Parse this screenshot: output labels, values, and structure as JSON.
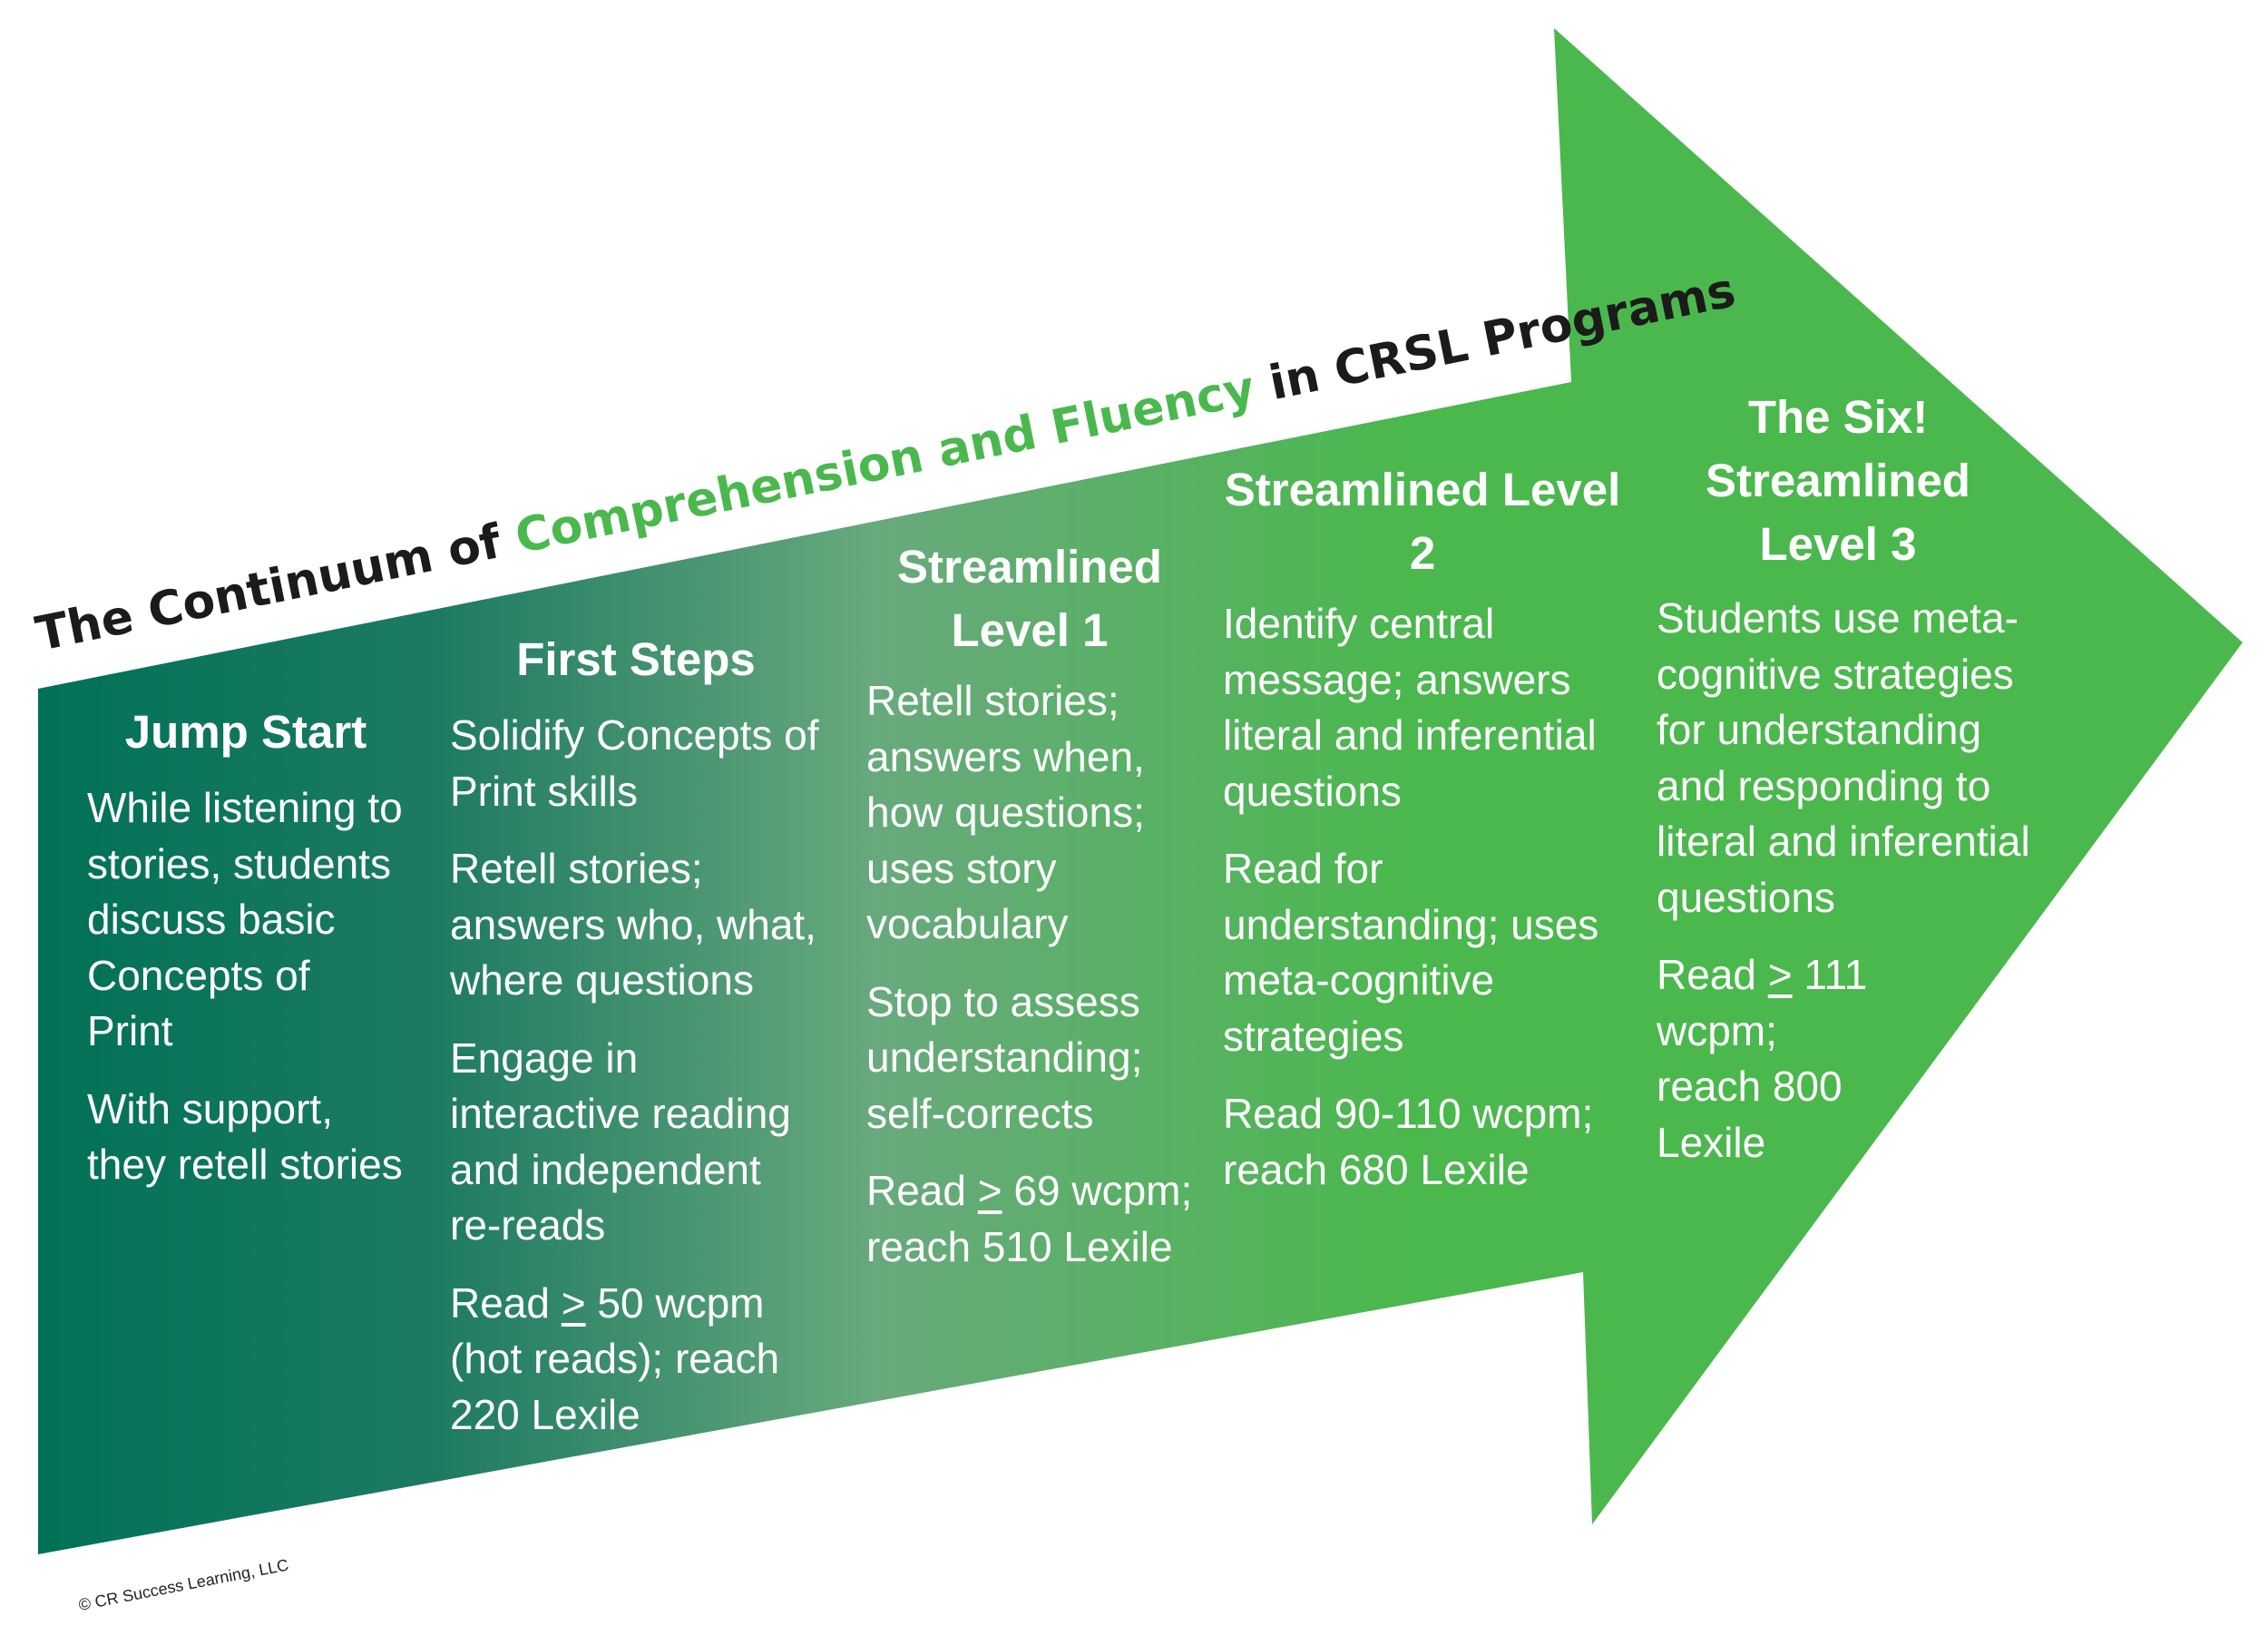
{
  "title": {
    "prefix": "The Continuum of ",
    "highlight": "Comprehension and Fluency",
    "suffix": " in CRSL Programs"
  },
  "colors": {
    "gradient_start": "#007158",
    "gradient_mid": "#68a97d",
    "arrow_green": "#4bb84e",
    "title_dark": "#1b1b1b",
    "title_highlight": "#4bb84e",
    "text": "#ffffff"
  },
  "stages": [
    {
      "title": "Jump Start",
      "items": [
        "While listening to stories, students discuss basic Concepts of Print",
        "With support, they retell stories"
      ]
    },
    {
      "title": "First Steps",
      "items": [
        "Solidify Concepts of Print skills",
        "Retell stories; answers who, what, where questions",
        "Engage in interactive reading and independent re-reads"
      ],
      "fluency": {
        "pre": "Read ",
        "symbol": ">",
        "post": " 50 wcpm (hot reads); reach 220 Lexile"
      }
    },
    {
      "title": "Streamlined Level 1",
      "items": [
        "Retell stories; answers when, how questions; uses story vocabulary",
        "Stop to assess understanding; self-corrects"
      ],
      "fluency": {
        "pre": "Read ",
        "symbol": ">",
        "post": " 69 wcpm; reach 510 Lexile"
      }
    },
    {
      "title": "Streamlined Level 2",
      "items": [
        "Identify central message; answers literal and inferential questions",
        "Read for understanding; uses meta-cognitive strategies",
        "Read 90-110 wcpm; reach 680 Lexile"
      ]
    },
    {
      "title": "The Six! Streamlined Level 3",
      "items": [
        "Students use meta-cognitive strategies for understanding and responding to literal and inferential questions"
      ],
      "fluency": {
        "pre": "Read ",
        "symbol": ">",
        "post": " 111 wcpm; reach 800 Lexile"
      }
    }
  ],
  "copyright": "© CR Success Learning, LLC"
}
